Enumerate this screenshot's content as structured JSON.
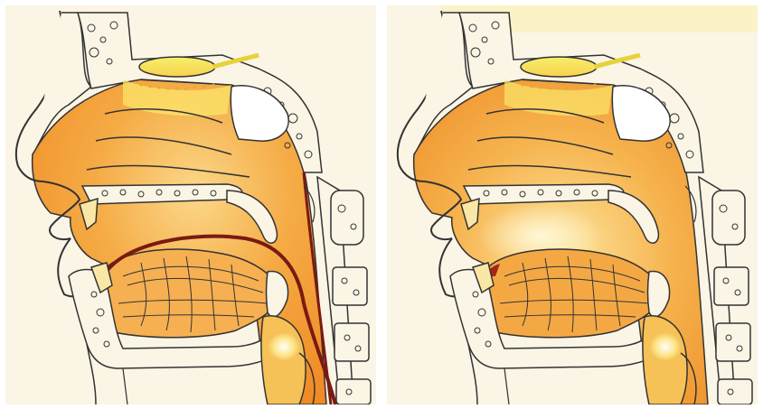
{
  "figure": {
    "panels": [
      {
        "id": "left",
        "variant": "with-tongue-contour-line"
      },
      {
        "id": "right",
        "variant": "without-contour-line"
      }
    ]
  },
  "colors": {
    "background": "#fbf5e6",
    "outline": "#333333",
    "cavity_orange": "#f29a2e",
    "cavity_light": "#fbd889",
    "yellow_highlight": "#f6ef6a",
    "contour_line": "#7a1a12",
    "tissue_white": "#ffffff"
  }
}
